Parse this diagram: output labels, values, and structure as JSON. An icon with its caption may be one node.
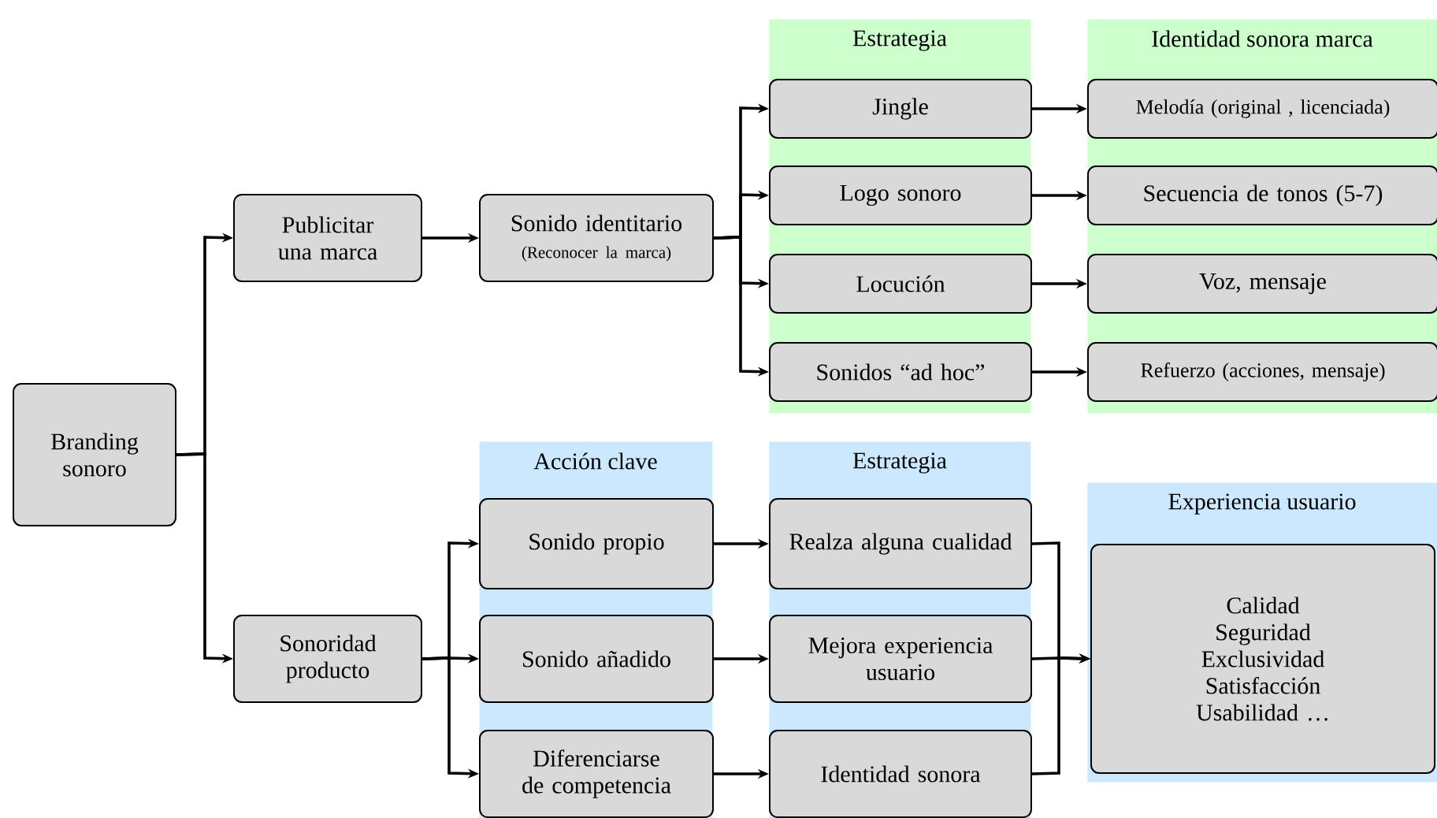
{
  "diagram": {
    "nodes": [
      {
        "text": [
          "Branding sonoro"
        ]
      },
      {
        "text": [
          "Publicitar una marca"
        ]
      },
      {
        "text": [
          "Sonoridad producto"
        ]
      },
      {
        "text": [
          "Sonido identitario",
          "(Reconocer la marca)"
        ]
      },
      {
        "text": [
          "Estrategia"
        ]
      },
      {
        "text": [
          "Jingle"
        ],
        "in": 4
      },
      {
        "text": [
          "Logo sonoro"
        ],
        "in": 4
      },
      {
        "text": [
          "Locución"
        ],
        "in": 4
      },
      {
        "text": [
          "Sonidos “ad hoc”"
        ],
        "in": 4
      },
      {
        "text": [
          "Identidad sonora marca"
        ]
      },
      {
        "text": [
          "Melodía (original , licenciada)"
        ],
        "in": 9
      },
      {
        "text": [
          "Secuencia de tonos (5-7)"
        ],
        "in": 9
      },
      {
        "text": [
          "Voz, mensaje"
        ],
        "in": 9
      },
      {
        "text": [
          "Refuerzo (acciones, mensaje)"
        ],
        "in": 9
      },
      {
        "text": [
          "Acción clave"
        ]
      },
      {
        "text": [
          "Sonido propio"
        ],
        "in": 14
      },
      {
        "text": [
          "Sonido añadido"
        ],
        "in": 14
      },
      {
        "text": [
          "Diferenciarse de competencia"
        ],
        "in": 14
      },
      {
        "text": [
          "Estrategia"
        ]
      },
      {
        "text": [
          "Realza alguna cualidad"
        ],
        "in": 18
      },
      {
        "text": [
          "Mejora experiencia usuario"
        ],
        "in": 18
      },
      {
        "text": [
          "Identidad sonora"
        ],
        "in": 18
      },
      {
        "text": [
          "Experiencia usuario"
        ]
      },
      {
        "text": [
          "Calidad",
          "Seguridad",
          "Exclusividad",
          "Satisfacción",
          "Usabilidad …"
        ],
        "in": 22
      }
    ],
    "edges": [
      {
        "from": 0,
        "to": 1,
        "arrow": "to"
      },
      {
        "from": 0,
        "to": 2,
        "arrow": "to"
      },
      {
        "from": 1,
        "to": 3,
        "arrow": "to"
      },
      {
        "from": 3,
        "to": 5,
        "arrow": "to"
      },
      {
        "from": 3,
        "to": 6,
        "arrow": "to"
      },
      {
        "from": 3,
        "to": 7,
        "arrow": "to"
      },
      {
        "from": 3,
        "to": 8,
        "arrow": "to"
      },
      {
        "from": 5,
        "to": 10,
        "arrow": "to"
      },
      {
        "from": 6,
        "to": 11,
        "arrow": "to"
      },
      {
        "from": 7,
        "to": 12,
        "arrow": "to"
      },
      {
        "from": 8,
        "to": 13,
        "arrow": "to"
      },
      {
        "from": 2,
        "to": 15,
        "arrow": "to"
      },
      {
        "from": 2,
        "to": 16,
        "arrow": "to"
      },
      {
        "from": 2,
        "to": 17,
        "arrow": "to"
      },
      {
        "from": 15,
        "to": 19,
        "arrow": "to"
      },
      {
        "from": 16,
        "to": 20,
        "arrow": "to"
      },
      {
        "from": 17,
        "to": 21,
        "arrow": "to"
      },
      {
        "from": 19,
        "to": 23,
        "arrow": "to"
      },
      {
        "from": 20,
        "to": 23,
        "arrow": "to"
      },
      {
        "from": 21,
        "to": 23,
        "arrow": "to"
      }
    ]
  }
}
